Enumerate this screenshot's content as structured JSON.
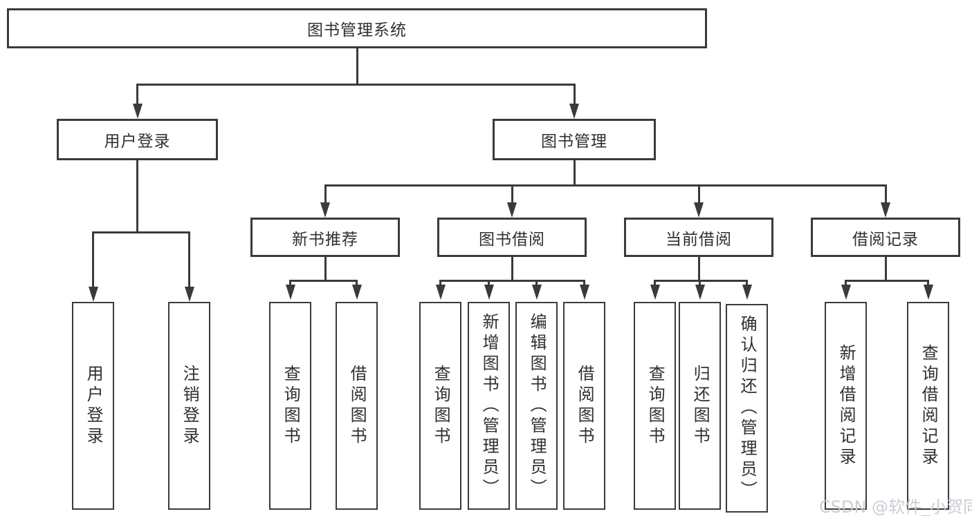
{
  "tree": {
    "label": "图书管理系统",
    "children": [
      {
        "label": "用户登录",
        "children": [
          {
            "label": "用户登录"
          },
          {
            "label": "注销登录"
          }
        ]
      },
      {
        "label": "图书管理",
        "children": [
          {
            "label": "新书推荐",
            "children": [
              {
                "label": "查询图书"
              },
              {
                "label": "借阅图书"
              }
            ]
          },
          {
            "label": "图书借阅",
            "children": [
              {
                "label": "查询图书"
              },
              {
                "label": "新增图书（管理员）"
              },
              {
                "label": "编辑图书（管理员）"
              },
              {
                "label": "借阅图书"
              }
            ]
          },
          {
            "label": "当前借阅",
            "children": [
              {
                "label": "查询图书"
              },
              {
                "label": "归还图书"
              },
              {
                "label": "确认归还（管理员）"
              }
            ]
          },
          {
            "label": "借阅记录",
            "children": [
              {
                "label": "新增借阅记录"
              },
              {
                "label": "查询借阅记录"
              }
            ]
          }
        ]
      }
    ]
  },
  "watermark": "CSDN @软件_小贺同学",
  "colors": {
    "line": "#3a3a3a",
    "text": "#2f2f2f",
    "background": "#ffffff",
    "watermark": "#c5c9d0"
  }
}
